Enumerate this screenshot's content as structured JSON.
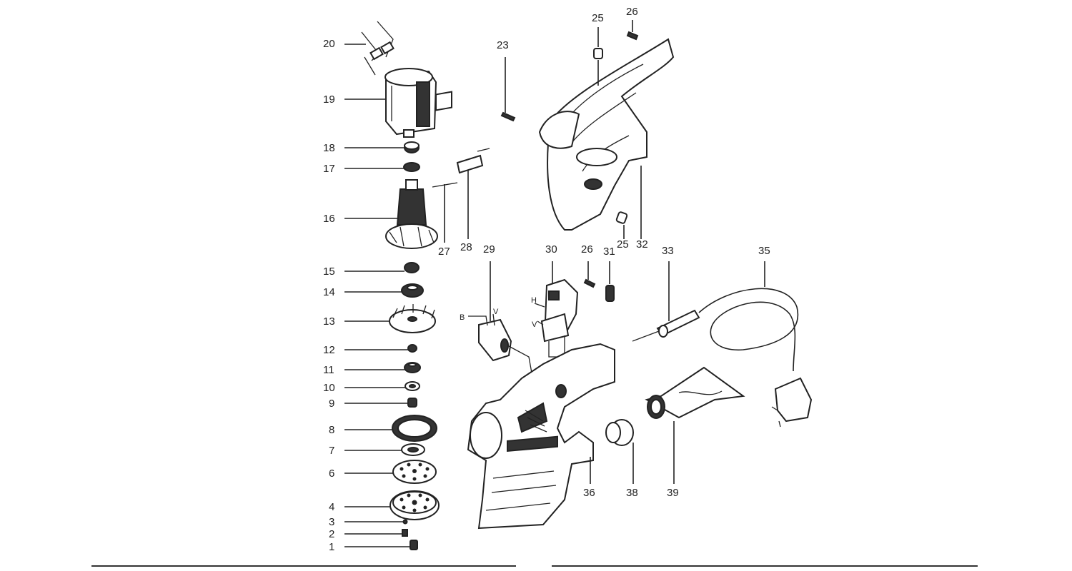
{
  "diagram": {
    "callouts": [
      {
        "id": "c20",
        "label": "20"
      },
      {
        "id": "c19",
        "label": "19"
      },
      {
        "id": "c18",
        "label": "18"
      },
      {
        "id": "c17",
        "label": "17"
      },
      {
        "id": "c16",
        "label": "16"
      },
      {
        "id": "c15",
        "label": "15"
      },
      {
        "id": "c14",
        "label": "14"
      },
      {
        "id": "c13",
        "label": "13"
      },
      {
        "id": "c12",
        "label": "12"
      },
      {
        "id": "c11",
        "label": "11"
      },
      {
        "id": "c10",
        "label": "10"
      },
      {
        "id": "c9",
        "label": "9"
      },
      {
        "id": "c8",
        "label": "8"
      },
      {
        "id": "c7",
        "label": "7"
      },
      {
        "id": "c6",
        "label": "6"
      },
      {
        "id": "c4",
        "label": "4"
      },
      {
        "id": "c3",
        "label": "3"
      },
      {
        "id": "c2",
        "label": "2"
      },
      {
        "id": "c1",
        "label": "1"
      },
      {
        "id": "c23",
        "label": "23"
      },
      {
        "id": "c25a",
        "label": "25"
      },
      {
        "id": "c26a",
        "label": "26"
      },
      {
        "id": "c27",
        "label": "27"
      },
      {
        "id": "c28",
        "label": "28"
      },
      {
        "id": "c29",
        "label": "29"
      },
      {
        "id": "c30",
        "label": "30"
      },
      {
        "id": "c26b",
        "label": "26"
      },
      {
        "id": "c31",
        "label": "31"
      },
      {
        "id": "c25b",
        "label": "25"
      },
      {
        "id": "c32",
        "label": "32"
      },
      {
        "id": "c33",
        "label": "33"
      },
      {
        "id": "c35",
        "label": "35"
      },
      {
        "id": "c36",
        "label": "36"
      },
      {
        "id": "c38",
        "label": "38"
      },
      {
        "id": "c39",
        "label": "39"
      }
    ],
    "wire_marks": {
      "b": "B",
      "v1": "V",
      "h": "H",
      "v2": "V"
    }
  }
}
